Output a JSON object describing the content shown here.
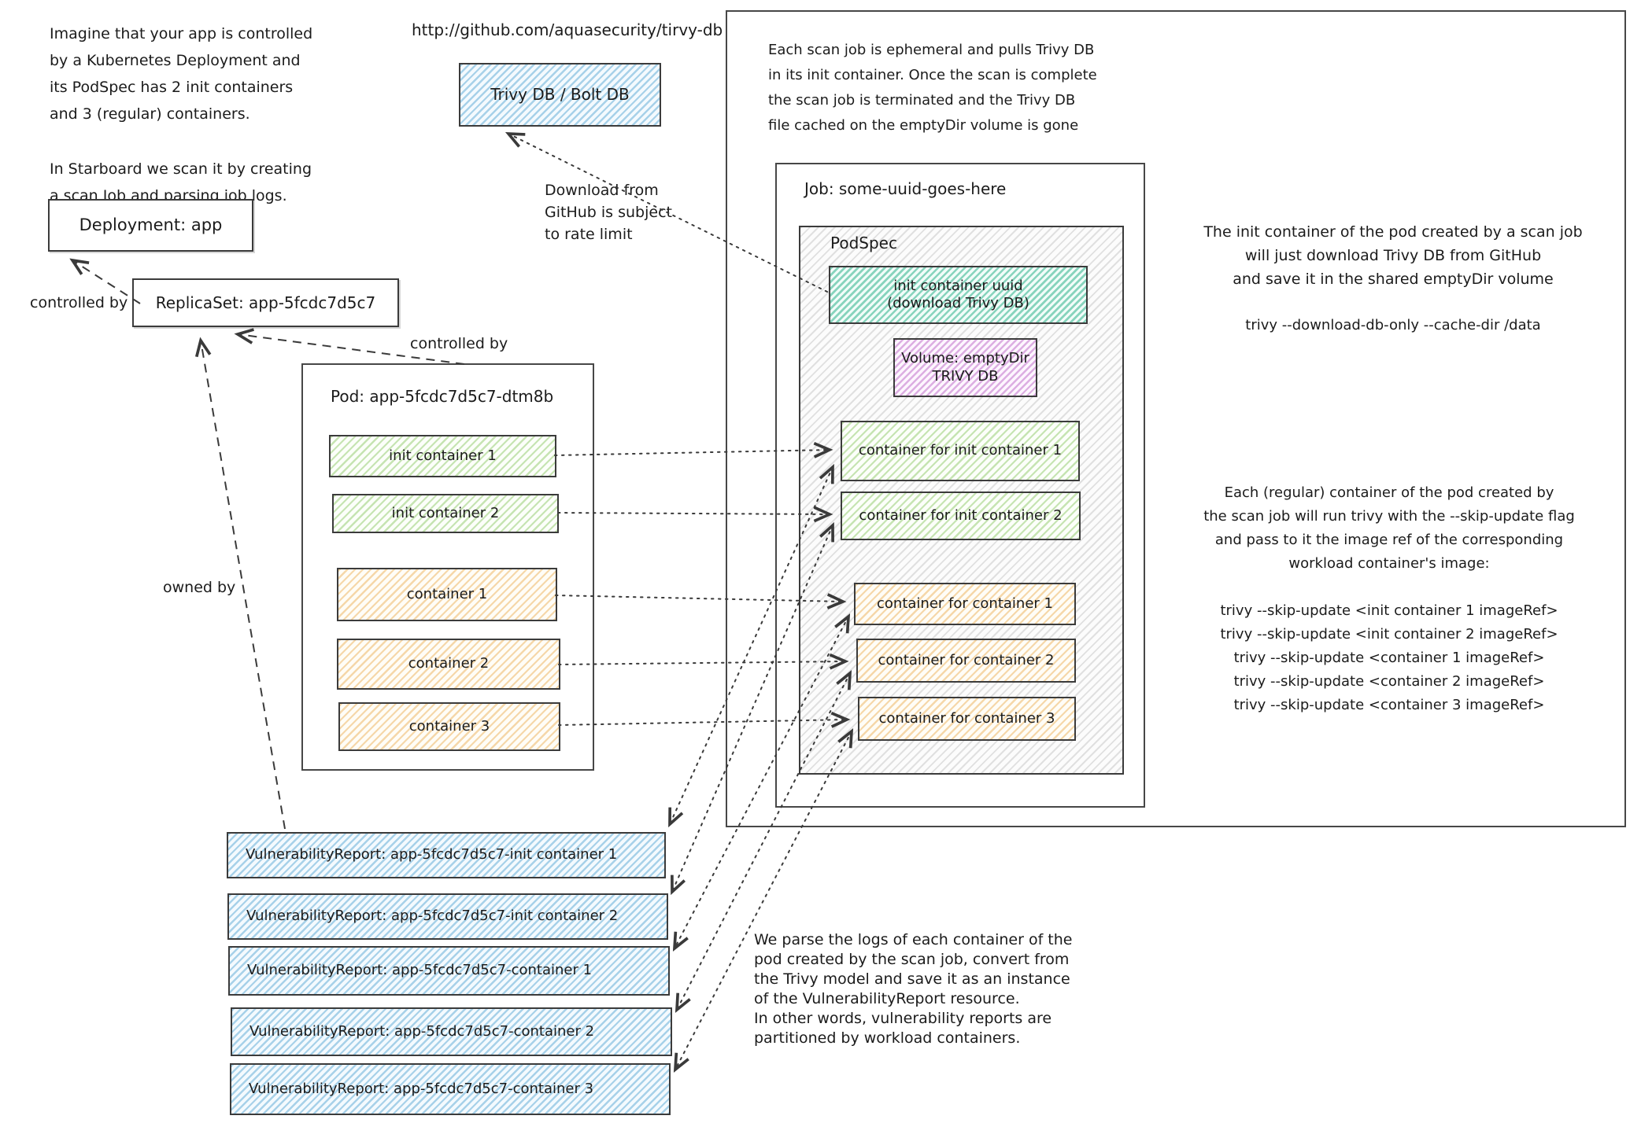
{
  "intro": {
    "p1": "Imagine that your app is controlled\nby a Kubernetes Deployment and\nits PodSpec has 2 init containers\nand 3 (regular) containers.",
    "p2": "In Starboard we scan it by creating\na scan Job and parsing job logs."
  },
  "trivy": {
    "url": "http://github.com/aquasecurity/tirvy-db",
    "box_label": "Trivy DB / Bolt DB",
    "download_note": "Download from\nGitHub is subject\nto rate limit"
  },
  "deployment": {
    "label": "Deployment: app"
  },
  "replicaset": {
    "label": "ReplicaSet: app-5fcdc7d5c7"
  },
  "edges": {
    "controlled_by": "controlled by",
    "owned_by": "owned by"
  },
  "pod": {
    "title": "Pod: app-5fcdc7d5c7-dtm8b",
    "init_containers": [
      "init container 1",
      "init container 2"
    ],
    "containers": [
      "container 1",
      "container 2",
      "container 3"
    ]
  },
  "job": {
    "title": "Job: some-uuid-goes-here",
    "ephemeral_note": "Each scan job is ephemeral and pulls Trivy DB\nin its init container. Once the scan is complete\nthe scan job is terminated and the Trivy DB\nfile cached on the emptyDir volume is gone",
    "podspec": {
      "title": "PodSpec",
      "init_container": "init container uuid\n(download Trivy DB)",
      "volume": "Volume: emptyDir\nTRIVY DB",
      "scan_containers": [
        "container for init container 1",
        "container for init container 2",
        "container for container 1",
        "container for container 2",
        "container for container 3"
      ]
    }
  },
  "notes": {
    "init_note": "The init container of the pod created by a scan job\nwill just download Trivy DB from GitHub\nand save it in the shared emptyDir volume",
    "init_cmd": "trivy --download-db-only --cache-dir /data",
    "regular_note": "Each (regular) container of the pod created by\nthe scan job will run trivy with the --skip-update flag\nand pass to it the image ref of the corresponding\nworkload container's image:",
    "trivy_cmds": [
      "trivy --skip-update <init container 1 imageRef>",
      "trivy --skip-update <init container 2 imageRef>",
      "trivy --skip-update <container 1 imageRef>",
      "trivy --skip-update <container 2 imageRef>",
      "trivy --skip-update <container 3 imageRef>"
    ],
    "parse_note": "We parse the logs of each container of the\npod created by the scan job, convert from\nthe Trivy model and save it as an instance\nof the VulnerabilityReport resource.\nIn other words, vulnerability reports are\npartitioned by workload containers."
  },
  "reports": [
    "VulnerabilityReport: app-5fcdc7d5c7-init container 1",
    "VulnerabilityReport: app-5fcdc7d5c7-init container 2",
    "VulnerabilityReport: app-5fcdc7d5c7-container 1",
    "VulnerabilityReport: app-5fcdc7d5c7-container 2",
    "VulnerabilityReport: app-5fcdc7d5c7-container 3"
  ],
  "colors": {
    "blue": "#5ba8d4",
    "green": "#7cbf4f",
    "orange": "#e8a33d",
    "teal": "#2fb48c",
    "purple": "#b95fc4",
    "gray": "#969696",
    "stroke": "#3a3a3a"
  }
}
